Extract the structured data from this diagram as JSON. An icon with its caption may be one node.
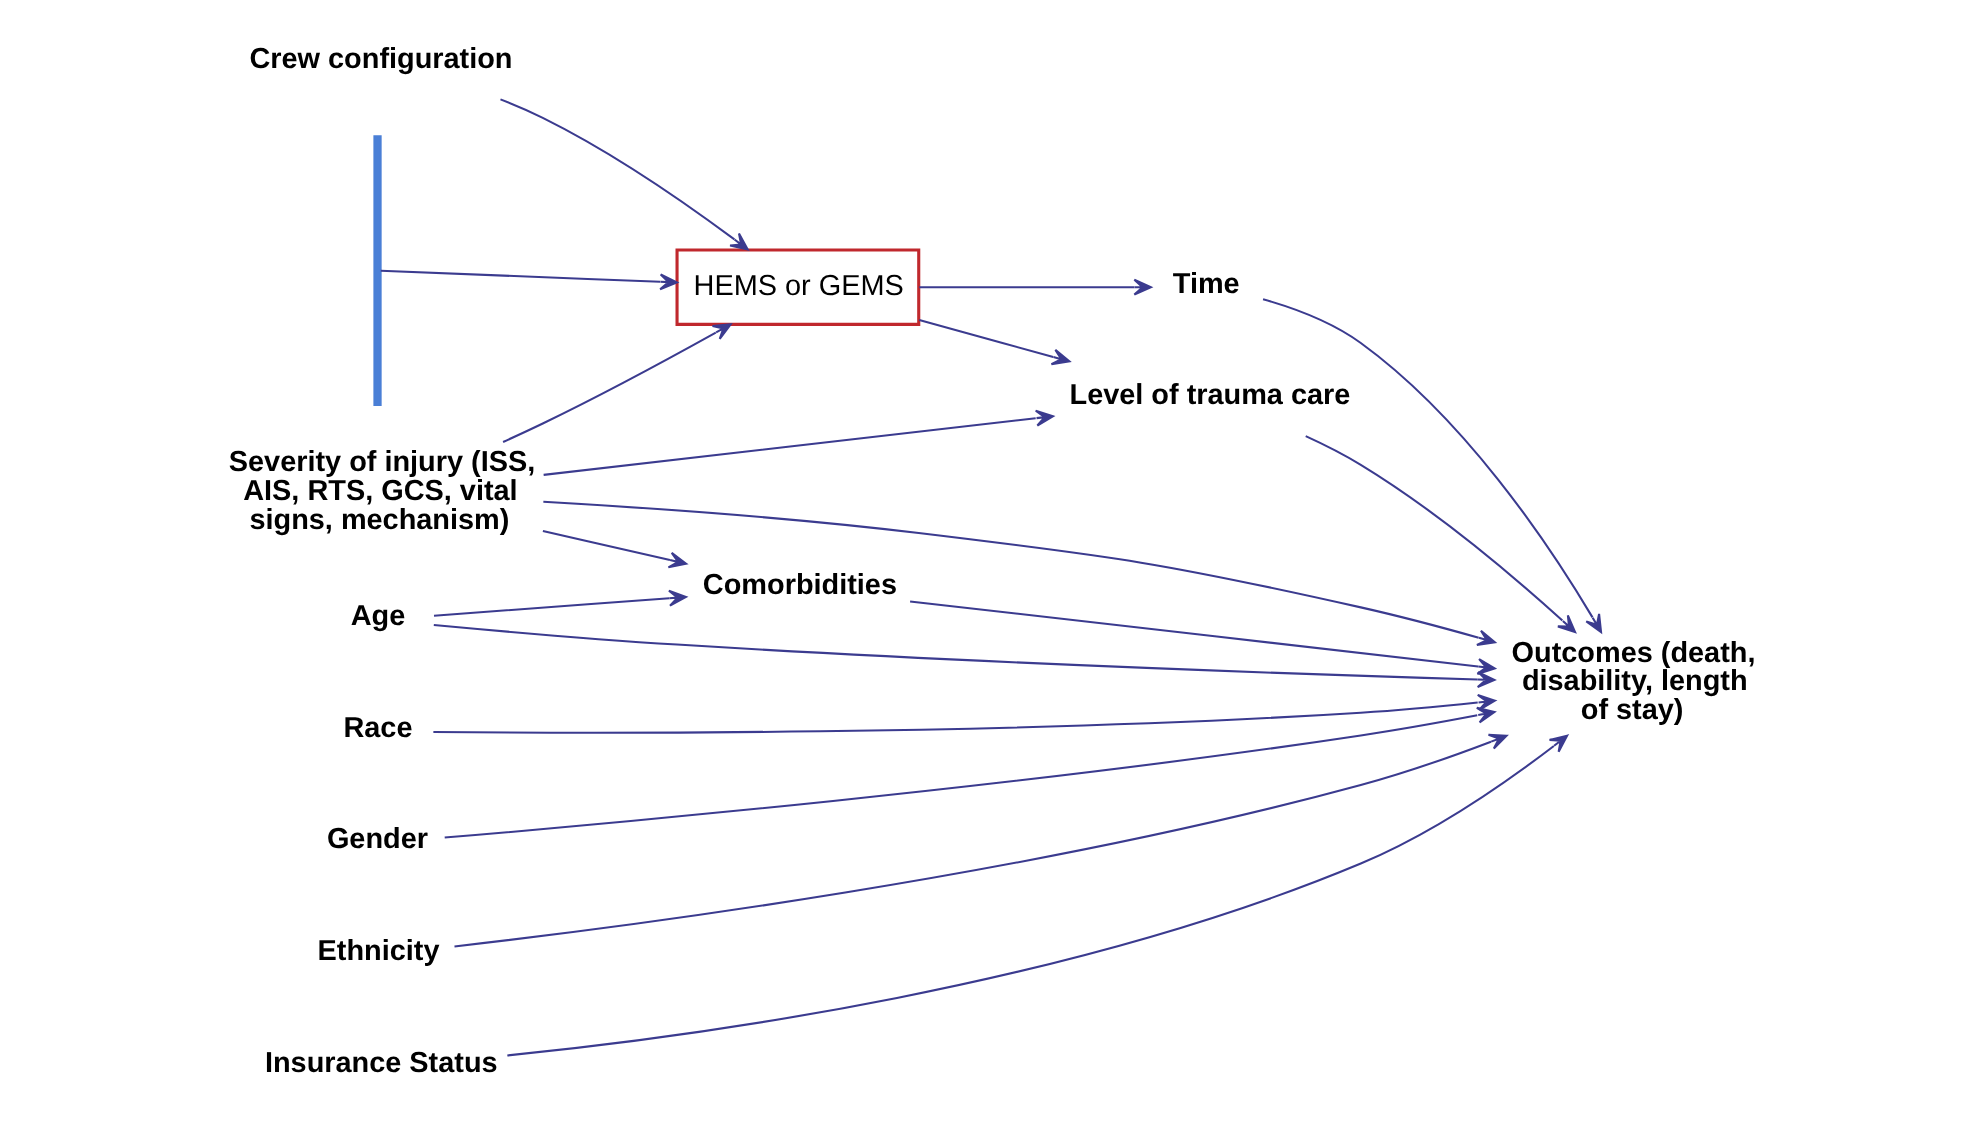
{
  "diagram": {
    "nodes": [
      {
        "text": [
          "Crew configuration"
        ]
      },
      {
        "text": [
          "HEMS or GEMS"
        ]
      },
      {
        "text": [
          "Time"
        ]
      },
      {
        "text": [
          "Severity of injury (ISS, AIS, RTS, GCS, vital signs, mechanism)"
        ]
      },
      {
        "text": [
          "Level of trauma care"
        ]
      },
      {
        "text": [
          "Outcomes (death, disability, length of stay)"
        ]
      },
      {
        "text": [
          "Comorbidities"
        ]
      },
      {
        "text": [],
        "shape": "bar"
      },
      {
        "text": [
          "Age"
        ]
      },
      {
        "text": [
          "Race"
        ]
      },
      {
        "text": [
          "Gender"
        ]
      },
      {
        "text": [
          "Ethnicity"
        ]
      },
      {
        "text": [
          "Insurance Status"
        ]
      }
    ],
    "edges": [
      {
        "from": 0,
        "to": 1,
        "arrow": "to"
      },
      {
        "from": 1,
        "to": 2,
        "arrow": "to"
      },
      {
        "from": 1,
        "to": 4,
        "arrow": "to"
      },
      {
        "from": 3,
        "to": 1,
        "arrow": "to"
      },
      {
        "from": 3,
        "to": 4,
        "arrow": "to"
      },
      {
        "from": 2,
        "to": 5,
        "arrow": "to"
      },
      {
        "from": 4,
        "to": 5,
        "arrow": "to"
      },
      {
        "from": 3,
        "to": 5,
        "arrow": "to"
      },
      {
        "from": 3,
        "to": 6,
        "arrow": "to"
      },
      {
        "from": 6,
        "to": 5,
        "arrow": "to"
      },
      {
        "from": 7,
        "to": 1,
        "arrow": "to"
      },
      {
        "from": 8,
        "to": 6,
        "arrow": "to"
      },
      {
        "from": 8,
        "to": 5,
        "arrow": "to"
      },
      {
        "from": 9,
        "to": 5,
        "arrow": "to"
      },
      {
        "from": 10,
        "to": 5,
        "arrow": "to"
      },
      {
        "from": 11,
        "to": 5,
        "arrow": "to"
      },
      {
        "from": 12,
        "to": 5,
        "arrow": "to"
      }
    ]
  }
}
